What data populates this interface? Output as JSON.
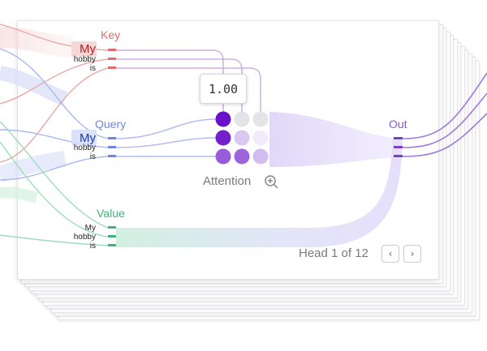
{
  "labels": {
    "key": "Key",
    "query": "Query",
    "value": "Value",
    "out": "Out",
    "attention": "Attention",
    "tooltip_value": "1.00",
    "head_indicator": "Head 1 of 12"
  },
  "tokens": [
    "My",
    "hobby",
    "is"
  ],
  "colors": {
    "key": "#e06c6c",
    "query": "#6f86e6",
    "value": "#3fb37a",
    "out": "#8a5ad8",
    "attention_dark": "#6a12c9",
    "attention_light": "#b58ae8"
  },
  "icons": {
    "zoom": "zoom-in-icon",
    "prev": "chevron-left-icon",
    "next": "chevron-right-icon"
  },
  "attention_matrix": [
    [
      1.0,
      0.0,
      0.0
    ],
    [
      0.9,
      0.05,
      0.0
    ],
    [
      0.5,
      0.45,
      0.08
    ]
  ]
}
